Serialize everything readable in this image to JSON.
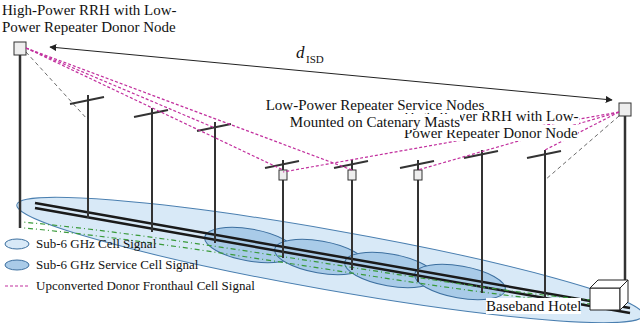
{
  "diagram": {
    "labels": [
      "High-Power RRH with Low-Power Repeater Donor Node",
      "d",
      "ISD",
      "High-Power RRH with Low-Power Repeater Donor Node",
      "Low-Power Repeater Service Nodes Mounted on Catenary Masts",
      "Baseband Hotel"
    ],
    "legend": [
      {
        "text": "Sub-6 GHz Cell Signal",
        "color": "#d8e9f7"
      },
      {
        "text": "Sub-6 GHz Service Cell Signal",
        "color": "#a9cbe8"
      },
      {
        "text": "Upconverted Donor Fronthaul Cell Signal"
      }
    ]
  }
}
